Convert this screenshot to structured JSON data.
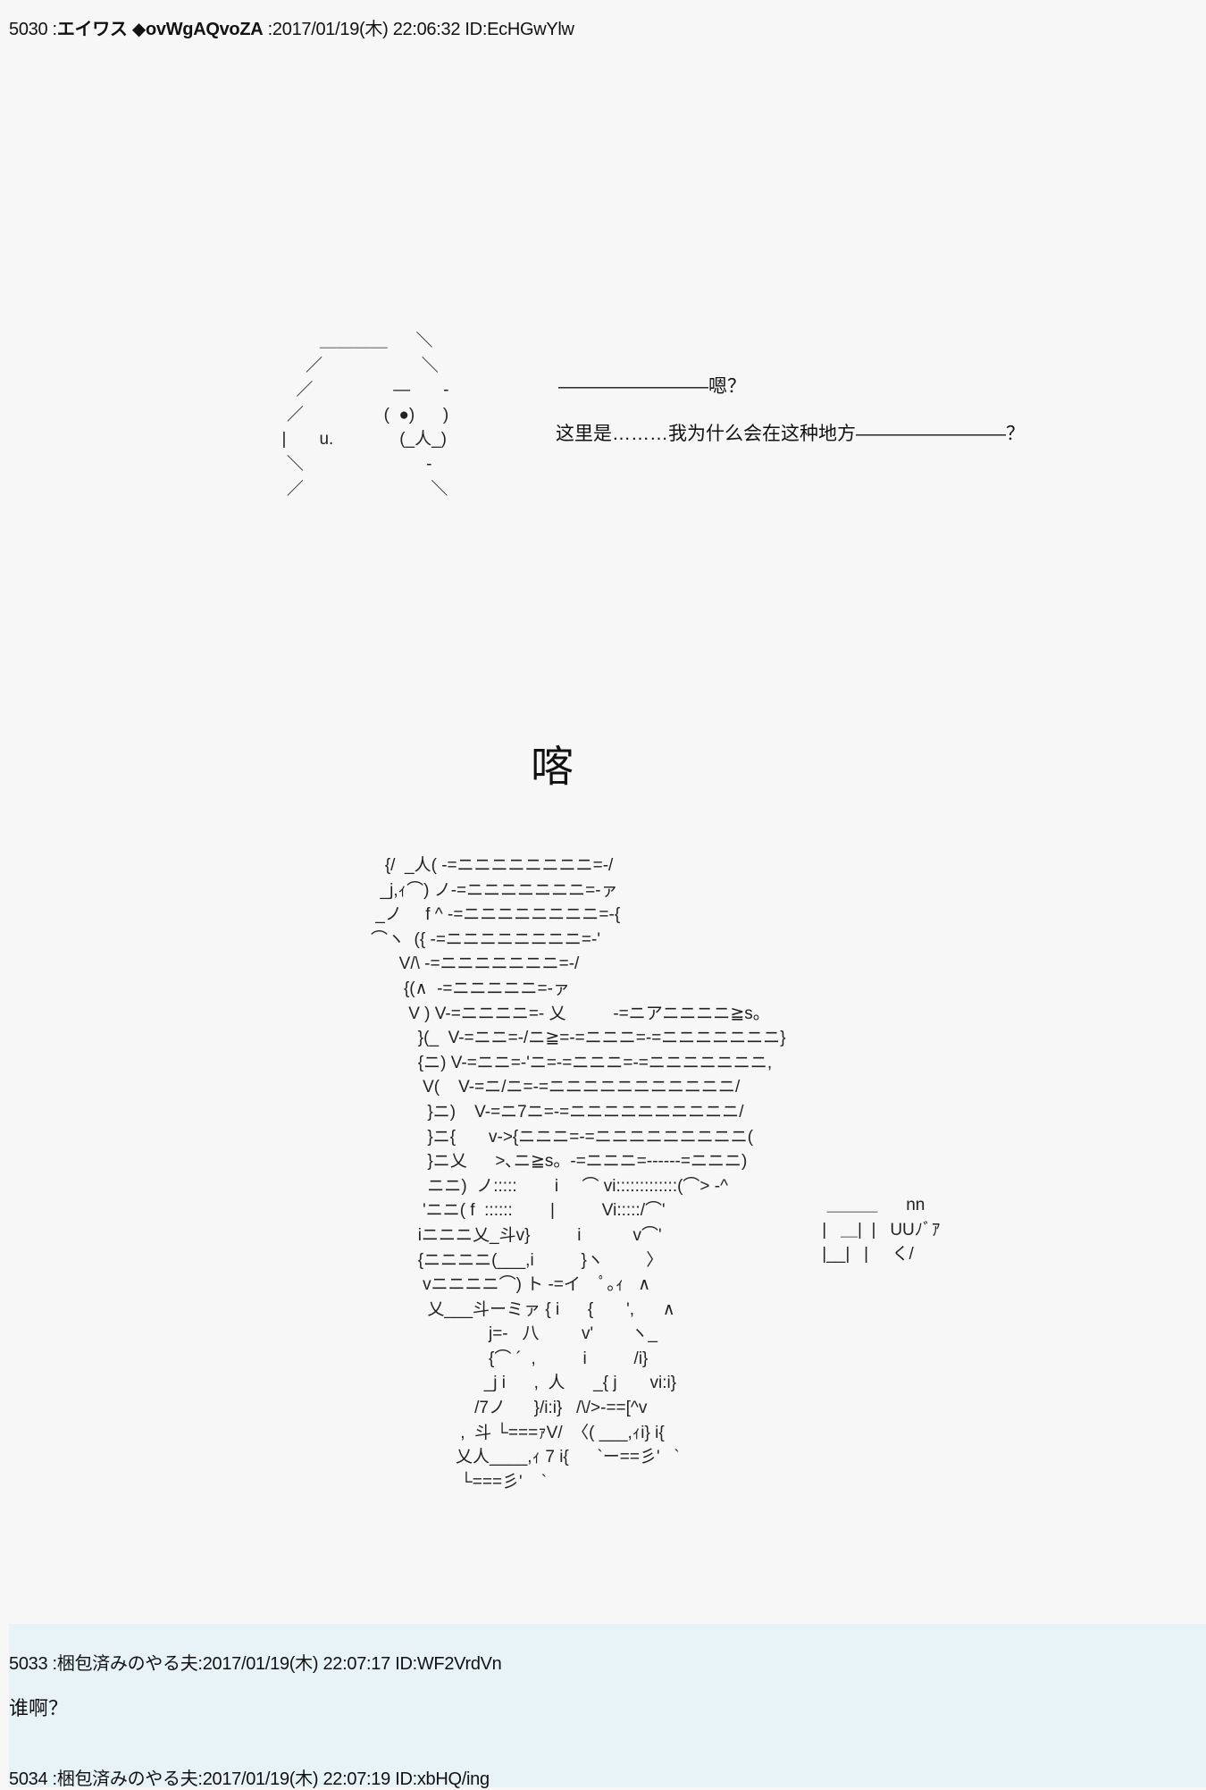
{
  "posts": [
    {
      "number": "5030",
      "name": "エイワス",
      "trip": "◆ovWgAQvoZA",
      "date": "2017/01/19(木) 22:06:32",
      "id": "ID:EcHGwYlw",
      "face_aa": [
        "          ＿＿＿＿      ＼",
        "       ／                     ＼",
        "     ／                 ―       -",
        "   ／                 (  ●)      )",
        "  |       u.              (_人_)",
        "   ＼                          -",
        "   ／                           ＼"
      ],
      "dialogue": [
        "――――――――嗯？",
        "这里是………我为什么会在这种地方――――――――？"
      ],
      "sfx": "喀",
      "figure_aa": [
        "   {/  _人( -=ニニニニニニニニ=-/",
        "  _j,ｨ⌒) ノ-=ニニニニニニニ=-ァ",
        " _ノ     f ^ -=ニニニニニニニニ=-{",
        "⌒ヽ  ({ -=ニニニニニニニニ=-'",
        "      V/\\ -=ニニニニニニニ=-/",
        "       {(∧  -=ニニニニニ=-ァ",
        "        V ) V-=ニニニニ=- 乂          -=ニアニニニニ≧s。",
        "          }(_  V-=ニニ=-/ニ≧=-=ニニニ=-=ニニニニニニニ}",
        "          {ニ) V-=ニニ=-'ニ=-=ニニニ=-=ニニニニニニニ,",
        "           V(    V-=ニ/ニ=-=ニニニニニニニニニニニ/",
        "            }ニ)    V-=ニ7ニ=-=ニニニニニニニニニニ/",
        "            }ニ{       v->{ニニニ=-=ニニニニニニニニニ(",
        "            }ニ乂      >､ニ≧s。-=ニニニ=------=ニニニ)",
        "            ニニ)  ノ:::::        i     ⌒ vi:::::::::::::(⌒> -^",
        "           'ニニ( f  ::::::        |          Vi:::::/⌒'",
        "          iニニニ乂_斗v}          i           v⌒'",
        "          {ニニニニ(___,i          }ヽ         〉",
        "           vニニニニ⌒) ト -=イ    ﾟ｡ｨ   ∧",
        "            乂___斗ーミァ { i      {       ',      ∧",
        "                         j=-   八         v'        ヽ_",
        "                         {⌒ ´  ,          i          /i}",
        "                        _j i      ,  人      _{ j       vi:i}",
        "                      /7ノ      }/i:i}   /\\/>-==[^v",
        "                   ,  斗 └===ｧV/  〈( ___,ｨi} i{",
        "                  乂人____,ｨ 7 i{      `ー==彡'   `",
        "                   └===彡'    `"
      ],
      "sign_aa": [
        "  ＿＿＿      nn",
        " |   ＿|  |   UUﾉﾞｱ",
        " |__|   |     く/"
      ]
    },
    {
      "number": "5033",
      "name": "梱包済みのやる夫",
      "date": "2017/01/19(木) 22:07:17",
      "id": "ID:WF2VrdVn",
      "body": "谁啊？"
    },
    {
      "number": "5034",
      "name": "梱包済みのやる夫",
      "date": "2017/01/19(木) 22:07:19",
      "id": "ID:xbHQ/ing"
    }
  ]
}
